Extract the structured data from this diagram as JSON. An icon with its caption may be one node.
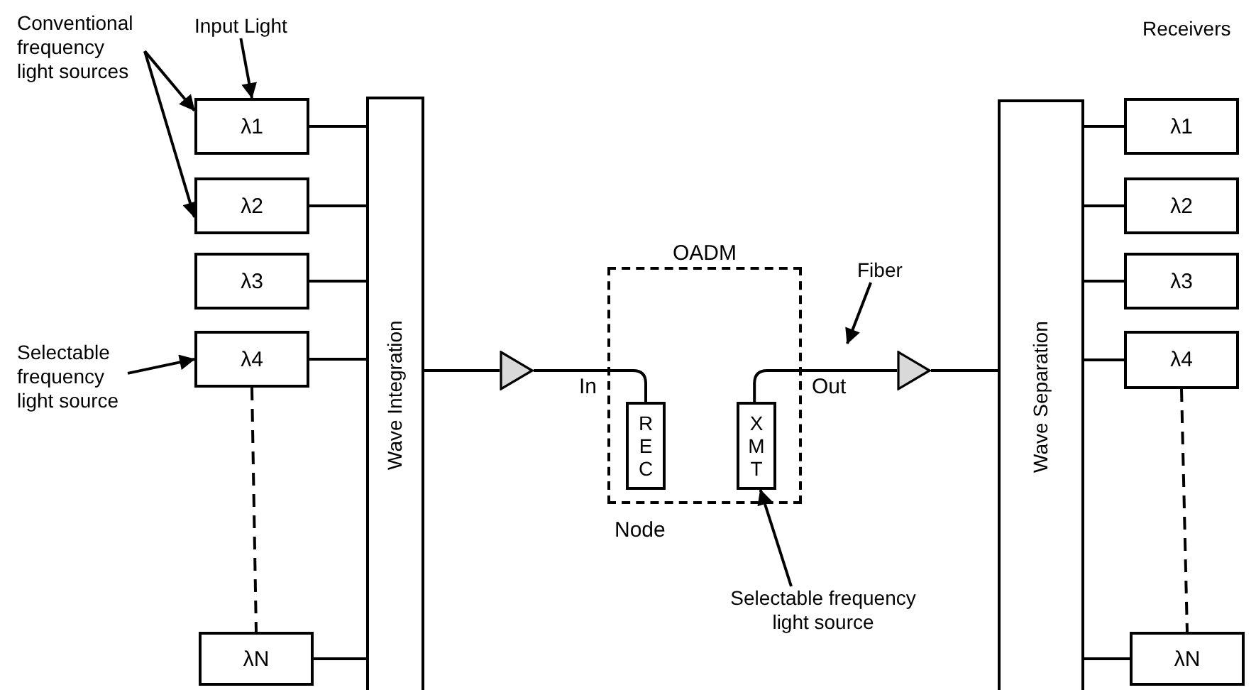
{
  "diagram": {
    "nodes": [
      {
        "text": [
          "Conventional frequency light sources"
        ]
      },
      {
        "text": [
          "Input Light"
        ]
      },
      {
        "text": [
          "λ1"
        ]
      },
      {
        "text": [
          "λ2"
        ]
      },
      {
        "text": [
          "λ3"
        ]
      },
      {
        "text": [
          "λ4"
        ]
      },
      {
        "text": [
          "λN"
        ]
      },
      {
        "text": [
          "Selectable frequency light source"
        ]
      },
      {
        "text": [
          "Wave Integration"
        ]
      },
      {
        "text": [],
        "shape": "triangle"
      },
      {
        "text": [
          "OADM"
        ],
        "beside": [
          "Node"
        ]
      },
      {
        "text": [
          "REC"
        ],
        "in": 10
      },
      {
        "text": [
          "XMT"
        ],
        "in": 10
      },
      {
        "text": [],
        "shape": "triangle"
      },
      {
        "text": [
          "Wave Separation"
        ]
      },
      {
        "text": [
          "λ1"
        ]
      },
      {
        "text": [
          "λ2"
        ]
      },
      {
        "text": [
          "λ3"
        ]
      },
      {
        "text": [
          "λ4"
        ]
      },
      {
        "text": [
          "λN"
        ]
      },
      {
        "text": [
          "Fiber"
        ]
      },
      {
        "text": [
          "Selectable frequency light source"
        ]
      }
    ],
    "edges": [
      {
        "from": 0,
        "to": 2,
        "arrow": "to"
      },
      {
        "from": 0,
        "to": 3,
        "arrow": "to"
      },
      {
        "from": 1,
        "to": 2,
        "arrow": "to"
      },
      {
        "from": 7,
        "to": 5,
        "arrow": "to"
      },
      {
        "from": 2,
        "to": 8,
        "arrow": "none"
      },
      {
        "from": 3,
        "to": 8,
        "arrow": "none"
      },
      {
        "from": 4,
        "to": 8,
        "arrow": "none"
      },
      {
        "from": 5,
        "to": 8,
        "arrow": "none"
      },
      {
        "from": 6,
        "to": 8,
        "arrow": "none"
      },
      {
        "from": 5,
        "to": 6,
        "arrow": "none",
        "style": "dashed"
      },
      {
        "from": 8,
        "to": 9,
        "arrow": "none"
      },
      {
        "from": 9,
        "to": 11,
        "arrow": "none",
        "label": "In"
      },
      {
        "from": 12,
        "to": 13,
        "arrow": "none",
        "label": "Out"
      },
      {
        "from": 20,
        "to": null,
        "arrow": "to"
      },
      {
        "from": 21,
        "to": 12,
        "arrow": "to"
      },
      {
        "from": 13,
        "to": 14,
        "arrow": "none"
      },
      {
        "from": 14,
        "to": 15,
        "arrow": "none"
      },
      {
        "from": 14,
        "to": 16,
        "arrow": "none"
      },
      {
        "from": 14,
        "to": 17,
        "arrow": "none"
      },
      {
        "from": 14,
        "to": 18,
        "arrow": "none"
      },
      {
        "from": 14,
        "to": 19,
        "arrow": "none"
      },
      {
        "from": 18,
        "to": 19,
        "arrow": "none",
        "style": "dashed"
      }
    ],
    "labels": [
      "Receivers"
    ]
  }
}
